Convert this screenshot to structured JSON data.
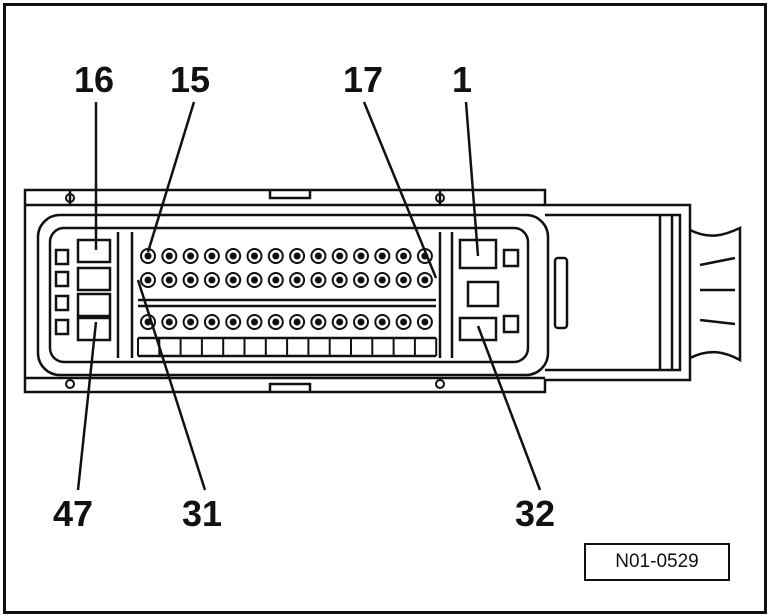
{
  "pin_labels": {
    "p16": "16",
    "p15": "15",
    "p17": "17",
    "p1": "1",
    "p47": "47",
    "p31": "31",
    "p32": "32"
  },
  "reference_code": "N01-0529",
  "colors": {
    "ink": "#111111",
    "paper": "#ffffff"
  }
}
